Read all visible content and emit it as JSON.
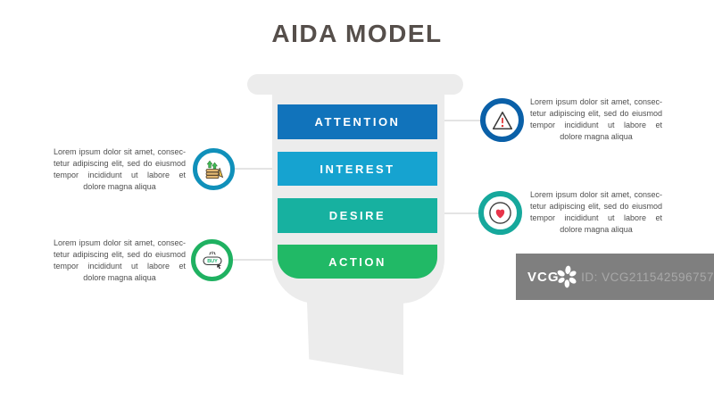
{
  "title": "AIDA MODEL",
  "funnel": {
    "type": "funnel-diagram",
    "stages": [
      {
        "id": "attention",
        "label": "ATTENTION",
        "color": "#1173bb"
      },
      {
        "id": "interest",
        "label": "INTEREST",
        "color": "#16a3d0"
      },
      {
        "id": "desire",
        "label": "DESIRE",
        "color": "#17b1a0"
      },
      {
        "id": "action",
        "label": "ACTION",
        "color": "#21b966"
      }
    ],
    "funnel_gray": "#ececec"
  },
  "lorem_lines": [
    "Lorem ipsum dolor sit amet, consec-",
    "tetur adipiscing elit, sed do eiusmod",
    "tempor incididunt ut labore et",
    "dolore magna aliqua"
  ],
  "annotations": [
    {
      "position": "right-top",
      "stage": "ATTENTION",
      "icon": "warning-triangle-icon",
      "ring_color": "#0a60a8"
    },
    {
      "position": "left-top",
      "stage": "INTEREST",
      "icon": "growth-report-icon",
      "ring_color": "#1090ba"
    },
    {
      "position": "right-middle",
      "stage": "DESIRE",
      "icon": "heart-icon",
      "ring_color": "#16a89c"
    },
    {
      "position": "left-bottom",
      "stage": "ACTION",
      "icon": "buy-button-icon",
      "ring_color": "#1fb161"
    }
  ],
  "icons": {
    "buy_label": "BUY"
  },
  "watermark": {
    "logo_text": "VCG",
    "id_text": "ID: VCG211542596757"
  },
  "colors": {
    "title_text": "#564f4b",
    "body_text": "#4f4f4f",
    "connector": "#e4e4e4",
    "watermark_bg": "#7f7f7f",
    "watermark_id_text": "#a8a8a8",
    "warning_red": "#e03131",
    "heart_red": "#e8344a"
  }
}
